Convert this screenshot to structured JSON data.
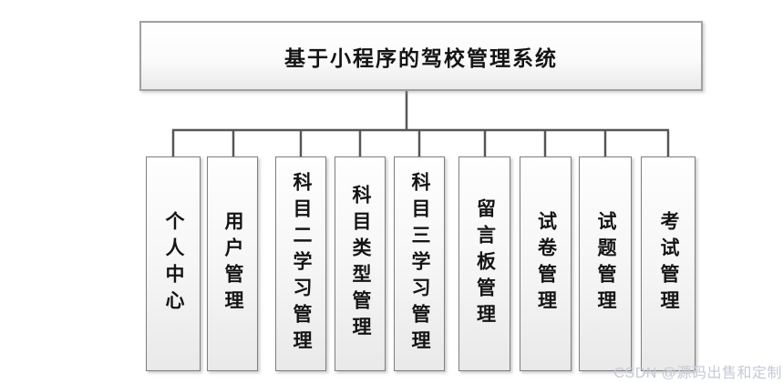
{
  "diagram": {
    "root": {
      "label": "基于小程序的驾校管理系统"
    },
    "children": [
      {
        "label": "个人中心"
      },
      {
        "label": "用户管理"
      },
      {
        "label": "科目二学习管理"
      },
      {
        "label": "科目类型管理"
      },
      {
        "label": "科目三学习管理"
      },
      {
        "label": "留言板管理"
      },
      {
        "label": "试卷管理"
      },
      {
        "label": "试题管理"
      },
      {
        "label": "考试管理"
      }
    ]
  },
  "watermark": {
    "text": "CSDN @源码出售和定制"
  },
  "colors": {
    "connector_line": "#565656",
    "box_border": "#7e7e7e",
    "root_box_border": "#a0a0a0",
    "box_fill_top": "#fefefe",
    "box_fill_bottom": "#e9e9e9",
    "text": "#141414",
    "watermark": "#c6c9d6",
    "background": "#ffffff"
  }
}
